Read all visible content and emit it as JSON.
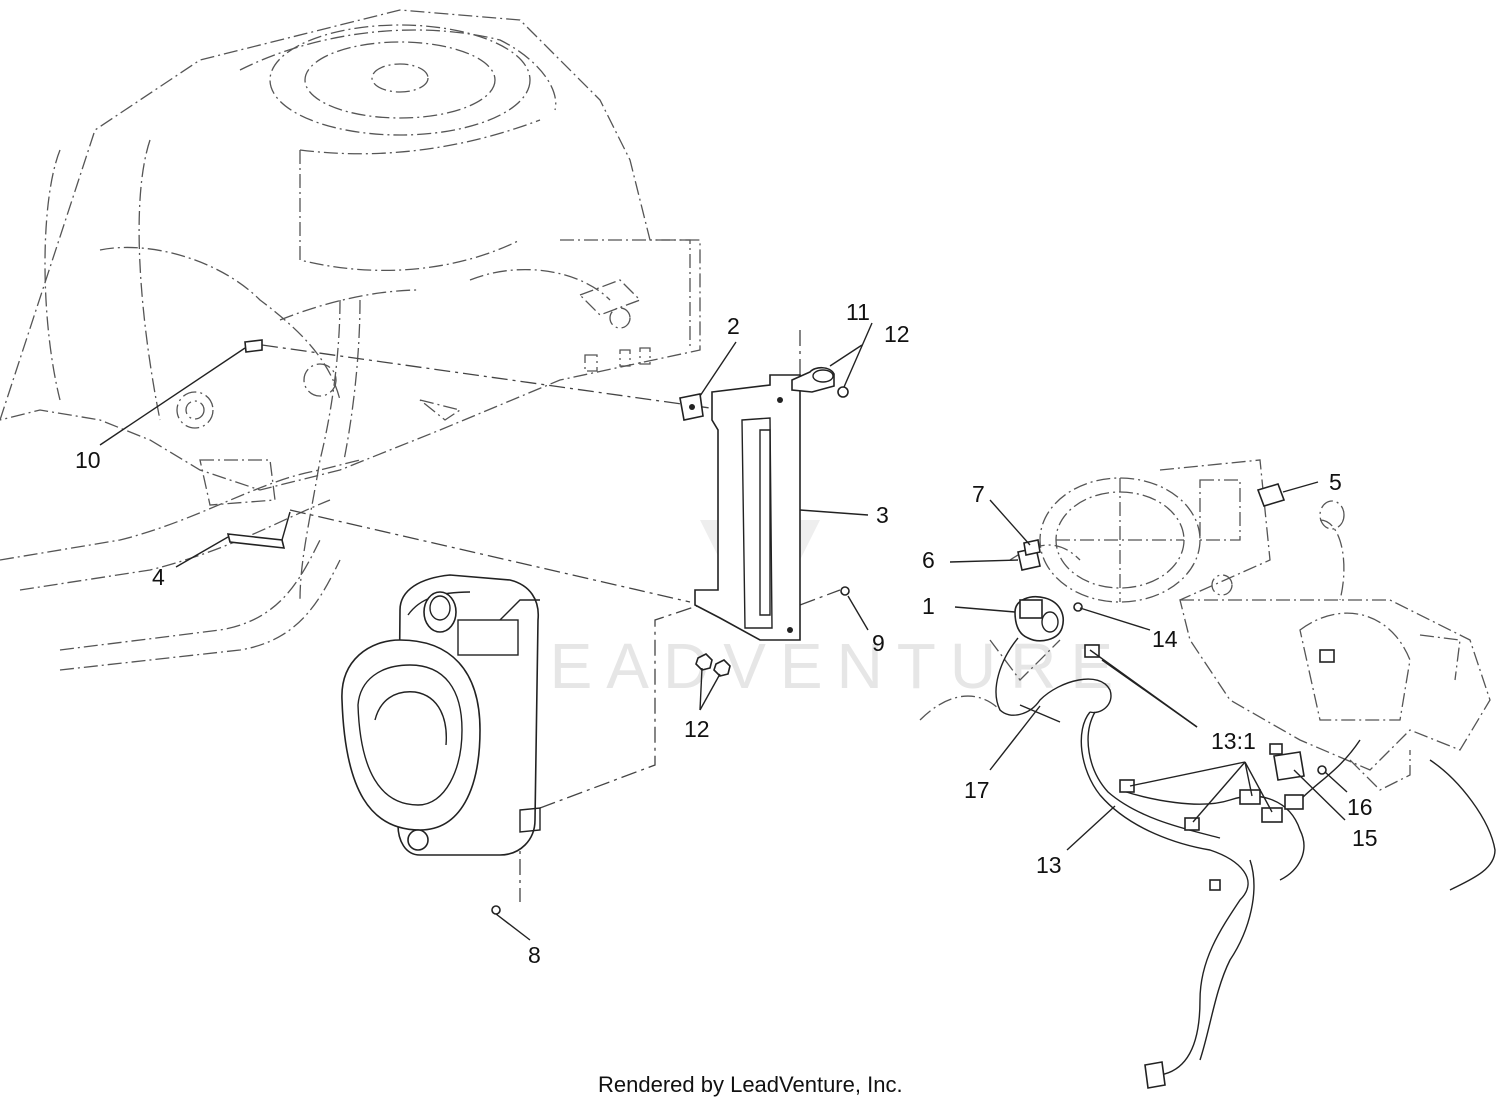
{
  "callouts": {
    "c1": "1",
    "c2": "2",
    "c3": "3",
    "c4": "4",
    "c5": "5",
    "c6": "6",
    "c7": "7",
    "c8": "8",
    "c9": "9",
    "c10": "10",
    "c11": "11",
    "c12a": "12",
    "c12b": "12",
    "c13": "13",
    "c13_1": "13:1",
    "c14": "14",
    "c15": "15",
    "c16": "16",
    "c17": "17"
  },
  "watermark": "LEADVENTURE",
  "footer": "Rendered by LeadVenture, Inc."
}
